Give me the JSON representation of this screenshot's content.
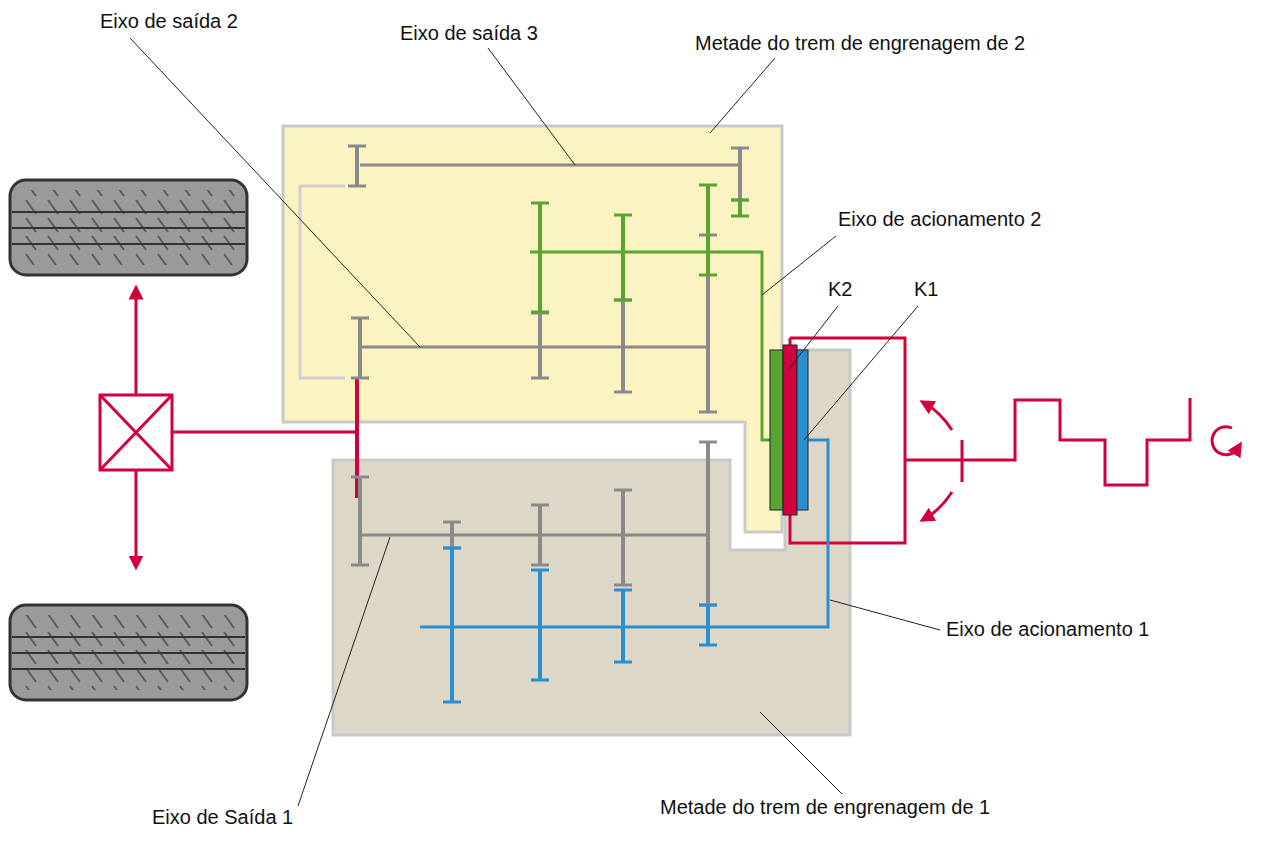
{
  "diagram": {
    "labels": [
      "Eixo de saída 2",
      "Eixo de saída 3",
      "Metade do trem de engrenagem de 2",
      "Eixo de acionamento 2",
      "K2",
      "K1",
      "Eixo de acionamento 1",
      "Metade do trem de engrenagem de 1",
      "Eixo de Saída 1"
    ]
  }
}
